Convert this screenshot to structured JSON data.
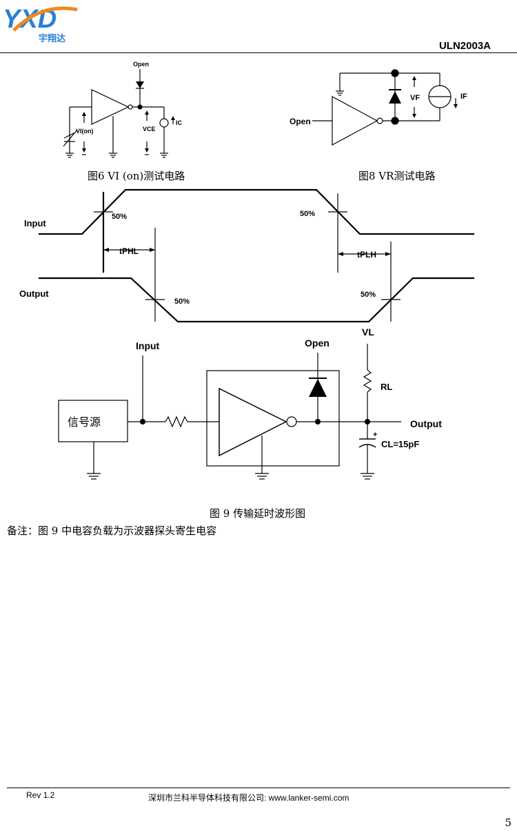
{
  "header": {
    "logo_letters": "YXD",
    "logo_cn": "宇翔达",
    "part_number": "ULN2003A"
  },
  "fig6": {
    "open_label": "Open",
    "vi_label": "VI(on)",
    "vce_label": "VCE",
    "ic_label": "IC",
    "caption": "图6 VI (on)测试电路"
  },
  "fig8": {
    "open_label": "Open",
    "vf_label": "VF",
    "if_label": "IF",
    "caption": "图8 VR测试电路"
  },
  "timing": {
    "input_label": "Input",
    "output_label": "Output",
    "pct_in_fall": "50%",
    "pct_in_rise": "50%",
    "pct_out_fall": "50%",
    "pct_out_rise": "50%",
    "tphl": "tPHL",
    "tplh": "tPLH"
  },
  "fig9_circuit": {
    "input_label": "Input",
    "open_label": "Open",
    "vl_label": "VL",
    "rl_label": "RL",
    "output_label": "Output",
    "plus_label": "+",
    "cl_label": "CL=15pF",
    "source_label": "信号源"
  },
  "fig9_caption": "图 9 传输延时波形图",
  "note": "备注：图 9 中电容负载为示波器探头寄生电容",
  "footer": {
    "rev": "Rev 1.2",
    "company": "深圳市兰科半导体科技有限公司: www.lanker-semi.com",
    "page": "5"
  },
  "colors": {
    "logo_blue": "#2a7fd6",
    "logo_orange": "#f08a1c"
  }
}
